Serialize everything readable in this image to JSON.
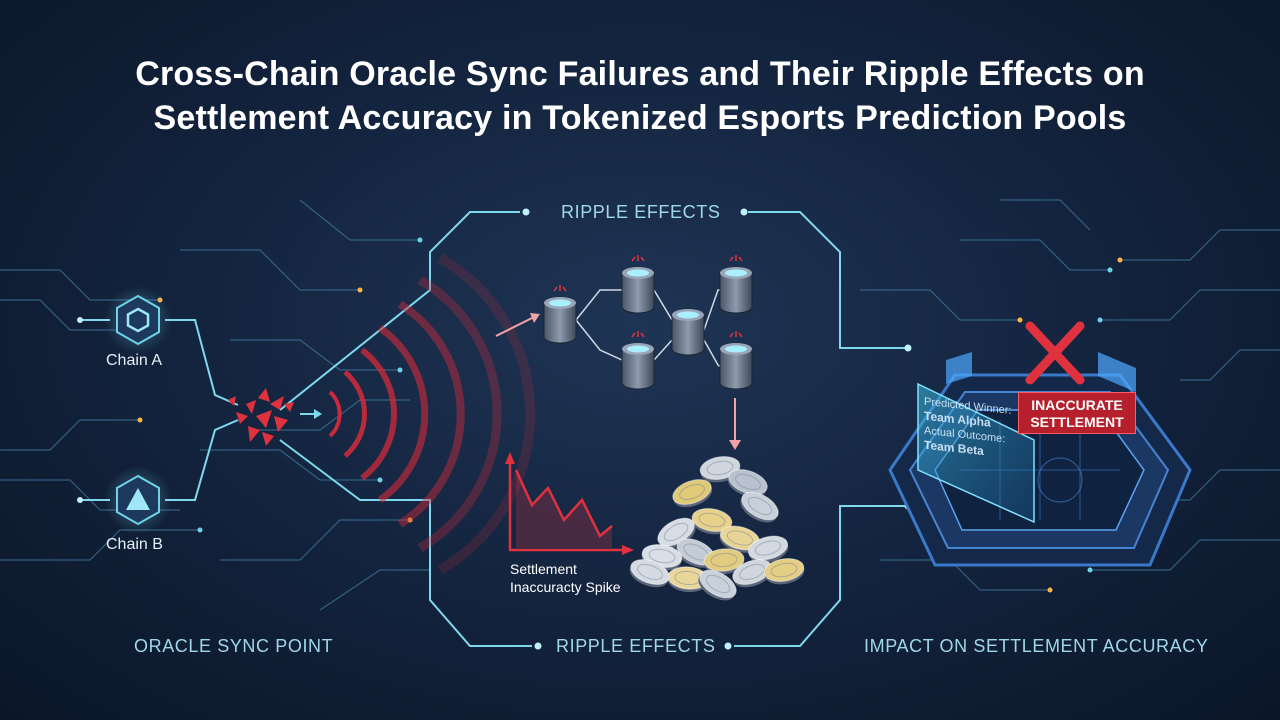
{
  "title": {
    "line1": "Cross-Chain Oracle Sync Failures and Their Ripple Effects on",
    "line2": "Settlement Accuracy in Tokenized Esports Prediction Pools"
  },
  "nodes": {
    "chain_a": "Chain A",
    "chain_b": "Chain B"
  },
  "sections": {
    "ripple_top": "RIPPLE EFFECTS",
    "ripple_bottom": "RIPPLE EFFECTS",
    "oracle_sync_point": "ORACLE SYNC POINT",
    "impact": "IMPACT ON SETTLEMENT ACCURACY"
  },
  "spike_chart": {
    "label_line1": "Settlement",
    "label_line2": "Inaccuracty Spike"
  },
  "stadium": {
    "badge_line1": "INACCURATE",
    "badge_line2": "SETTLEMENT",
    "predicted_label": "Predicted Winner:",
    "predicted_value": "Team Alpha",
    "actual_label": "Actual Outcome:",
    "actual_value": "Team Beta"
  },
  "colors": {
    "accent_cyan": "#6fd3e8",
    "alert_red": "#e0323e",
    "background": "#142540"
  },
  "icons": {
    "chain_a": "hexagon-icon",
    "chain_b": "triangle-icon",
    "sync_failure": "shatter-icon",
    "error": "x-mark-icon"
  }
}
